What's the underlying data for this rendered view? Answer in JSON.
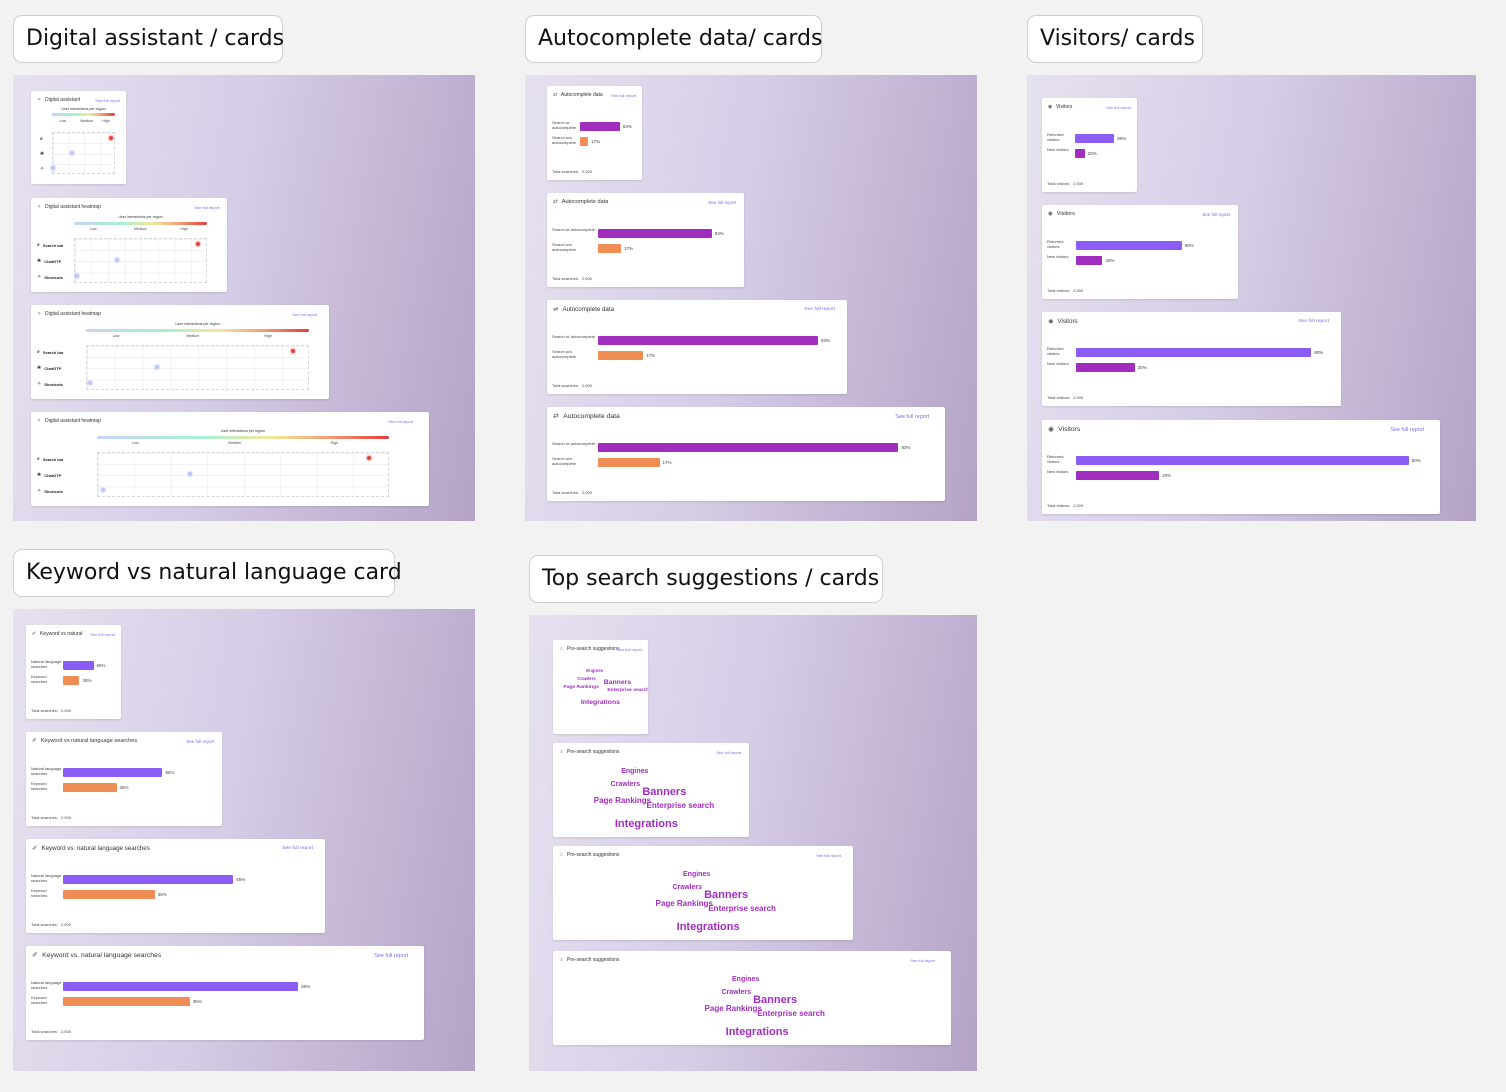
{
  "sections": {
    "digital_assistant": "Digital assistant / cards",
    "autocomplete": "Autocomplete data/ cards",
    "visitors": "Visitors/ cards",
    "keyword": "Keyword vs natural language card",
    "suggestions": "Top search suggestions / cards"
  },
  "icons": {
    "digital_assistant": "sparkle-icon",
    "autocomplete": "autocomplete-icon",
    "visitors": "eye-icon",
    "keyword": "wand-icon",
    "suggestions": "star-icon",
    "search_bar": "search-chat-icon",
    "chatgpt": "chatgpt-icon",
    "shortcuts": "shortcut-icon"
  },
  "colors": {
    "purple": "#a12dbf",
    "violet": "#8b5cf6",
    "orange": "#ef8d55",
    "link": "#7b6ee6"
  },
  "digital_assistant": {
    "card_titles": [
      "Digital assistant",
      "Digital assistant heatmap",
      "Digital assistant heatmap",
      "Digital assistant heatmap"
    ],
    "link": "See full report",
    "chart_title": "User interactions per region",
    "legend": [
      "Low",
      "Medium",
      "High"
    ],
    "rows": [
      "Search bar",
      "ChatGTP",
      "Shortcuts"
    ]
  },
  "autocomplete": {
    "title": "Autocomplete data",
    "link": "See full report",
    "label_a": "Search w/ autocomplete",
    "label_b": "Search w/o autocomplete",
    "value_a": "83%",
    "value_b": "17%",
    "total_label": "Total searches:",
    "total_value": "2,000"
  },
  "visitors": {
    "title": "Visitors",
    "link": "See full report",
    "label_a": "Returned visitors",
    "label_b": "New visitors",
    "value_a": "80%",
    "value_b": "20%",
    "total_label": "Total visitors:",
    "total_value": "2,000"
  },
  "keyword": {
    "titles": [
      "Keyword vs natural",
      "Keyword vs natural language searches",
      "Keyword vs. natural language searches",
      "Keyword vs. natural language searches"
    ],
    "link": "See full report",
    "label_a": "Natural language searches",
    "label_b": "Keyword searches",
    "value_a": "65%",
    "value_b": "35%",
    "total_label": "Total searches:",
    "total_value": "2,000"
  },
  "suggestions": {
    "title": "Pre-search suggestions",
    "link": "See full report",
    "words": [
      "Engines",
      "Crawlers",
      "Banners",
      "Page Rankings",
      "Enterprise search",
      "Integrations"
    ]
  },
  "chart_data": [
    {
      "type": "bar",
      "title": "Autocomplete data",
      "categories": [
        "Search w/ autocomplete",
        "Search w/o autocomplete"
      ],
      "values": [
        83,
        17
      ]
    },
    {
      "type": "bar",
      "title": "Visitors",
      "categories": [
        "Returned visitors",
        "New visitors"
      ],
      "values": [
        80,
        20
      ]
    },
    {
      "type": "bar",
      "title": "Keyword vs. natural language searches",
      "categories": [
        "Natural language searches",
        "Keyword searches"
      ],
      "values": [
        65,
        35
      ]
    }
  ]
}
